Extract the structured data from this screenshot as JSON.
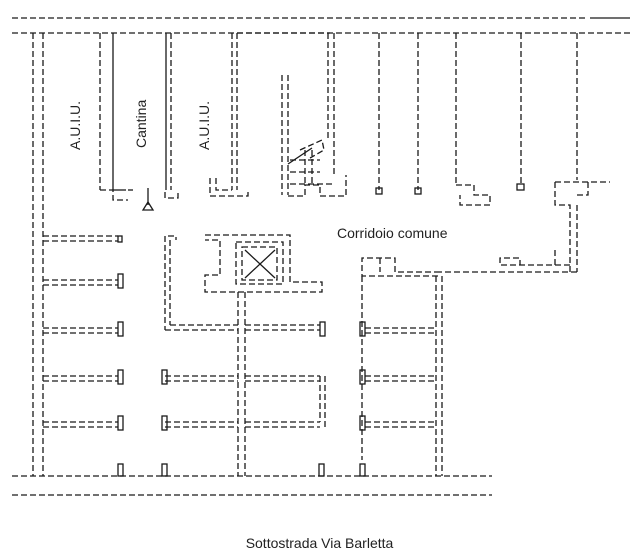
{
  "labels": {
    "auiu_left": "A.U.I.U.",
    "cantina": "Cantina",
    "auiu_right": "A.U.I.U.",
    "corridoio": "Corridoio comune"
  },
  "caption": "Sottostrada Via Barletta",
  "colors": {
    "line": "#1a1a1a",
    "background": "#ffffff"
  }
}
